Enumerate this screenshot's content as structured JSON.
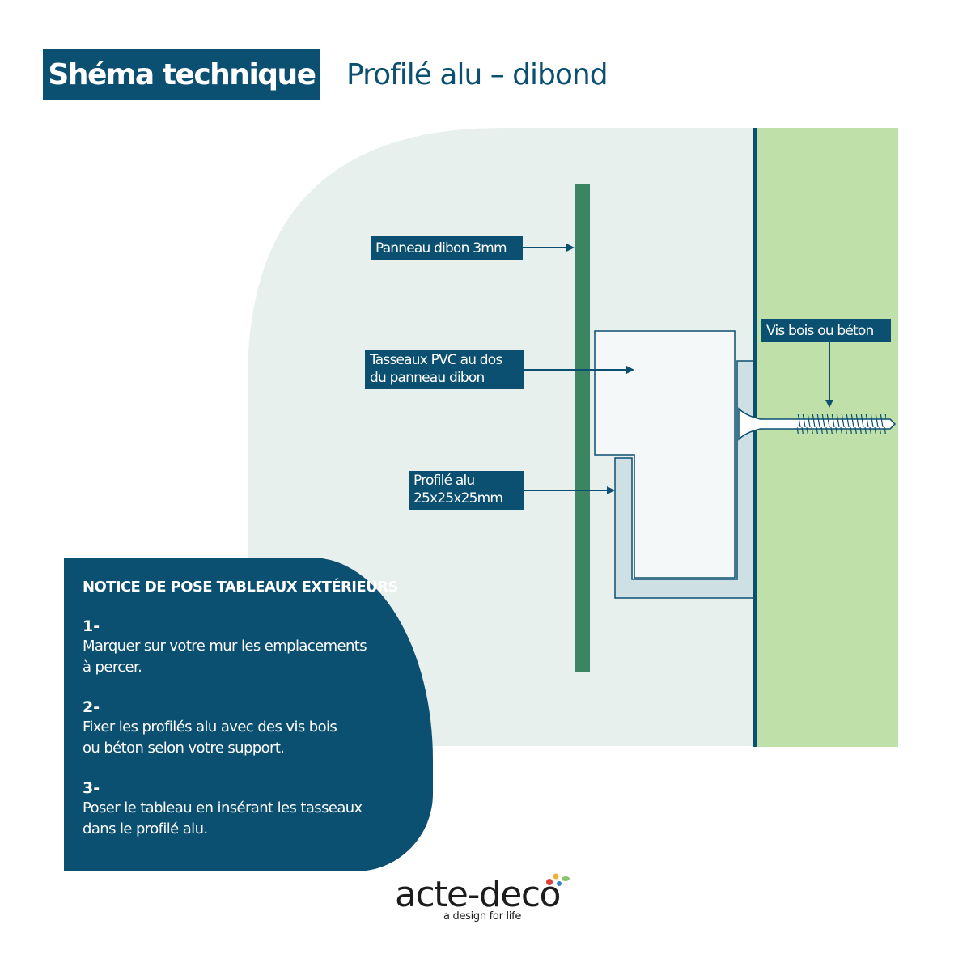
{
  "header": {
    "title": "Shéma technique",
    "subtitle": "Profilé alu – dibond"
  },
  "diagram": {
    "labels": {
      "panel": "Panneau dibon 3mm",
      "tasseaux_line1": "Tasseaux PVC au dos",
      "tasseaux_line2": "du panneau dibon",
      "profile_line1": "Profilé alu",
      "profile_line2": "25x25x25mm",
      "screw": "Vis bois ou béton"
    },
    "colors": {
      "background_panel": "#e8f0ee",
      "wall": "#bfe0a8",
      "wall_line": "#0b4f71",
      "dibond_panel": "#3d8463",
      "profile_fill": "#cfe0e4",
      "tasseau_fill": "#f4f8f8",
      "label_bg": "#0b4f71"
    }
  },
  "notice": {
    "title": "NOTICE DE POSE TABLEAUX EXTÉRIEURS",
    "steps": [
      {
        "num": "1-",
        "line1": "Marquer sur votre mur les emplacements",
        "line2": "à percer."
      },
      {
        "num": "2-",
        "line1": "Fixer les profilés alu avec des vis bois",
        "line2": "ou béton selon votre support."
      },
      {
        "num": "3-",
        "line1": "Poser le tableau en insérant les tasseaux",
        "line2": "dans le profilé alu."
      }
    ]
  },
  "brand": {
    "name": "acte-deco",
    "tagline": "a design for life"
  }
}
